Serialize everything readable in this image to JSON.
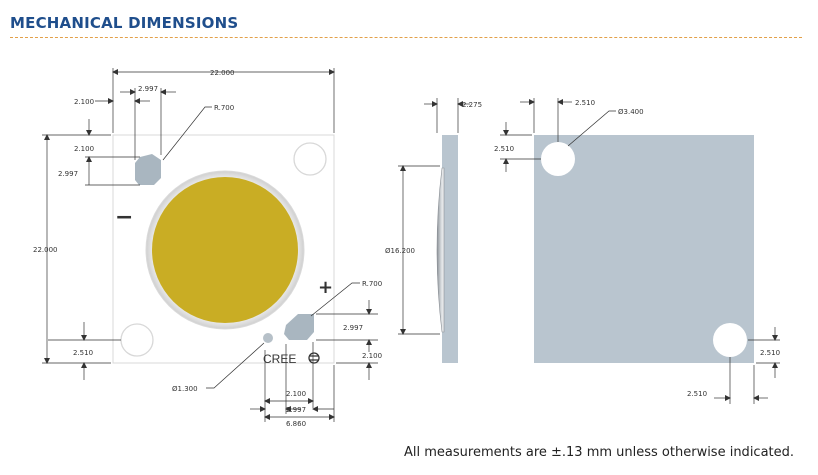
{
  "title": "MECHANICAL DIMENSIONS",
  "note": "All measurements are ±.13 mm unless otherwise indicated.",
  "front_view": {
    "width": "22.000",
    "height": "22.000",
    "pad_offset_x": "2.100",
    "pad_width": "2.997",
    "pad_radius": "R.700",
    "pad_offset_y": "2.100",
    "pad_height": "2.997",
    "neg_mark": "−",
    "pos_mark": "+",
    "pos_pad_radius": "R.700",
    "pos_pad_height": "2.997",
    "pos_pad_offset": "2.100",
    "hole_offset": "2.510",
    "fiducial_dia": "Ø1.300",
    "bottom_offset": "2.100",
    "bottom_pad": "2.997",
    "bottom_total": "6.860",
    "logo_text": "CREE"
  },
  "side_view": {
    "thickness": "2.275",
    "led_dia": "Ø16.200"
  },
  "back_view": {
    "hole_offset_x": "2.510",
    "hole_dia": "Ø3.400",
    "hole_offset_y": "2.510",
    "br_offset_y": "2.510",
    "br_offset_x": "2.510"
  },
  "colors": {
    "title": "#1f4e8c",
    "board_back": "#b9c5cf",
    "led": "#c9ad24"
  }
}
